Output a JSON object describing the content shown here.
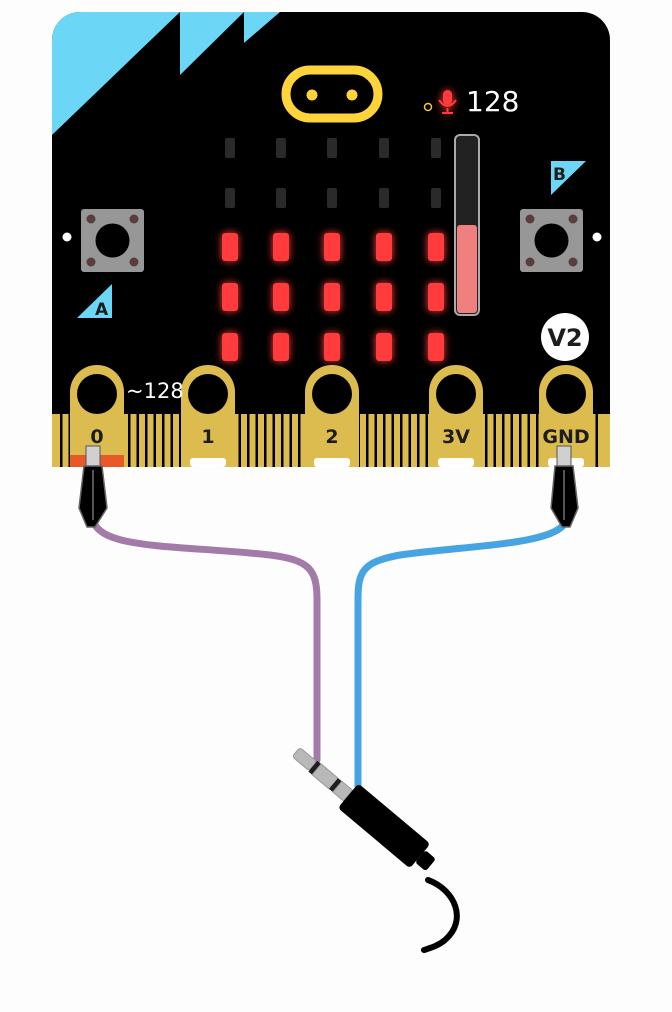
{
  "simulator": {
    "colors": {
      "board": "#000000",
      "accent": "#6bd6f5",
      "gold": "#dcbc4e",
      "gold_dark": "#a8892a",
      "led_on": "#ff3b3b",
      "led_off": "#2a2a2a",
      "wire_pin0": "#a27ba8",
      "wire_gnd": "#46a4e2",
      "sound_level": "#f08080",
      "logo": "#ffd43b"
    },
    "sound": {
      "level_value": "128",
      "level_fraction": 0.5,
      "mic_icon": "microphone-icon"
    },
    "pin0_value": "~128",
    "version_badge": "V2",
    "buttons": {
      "a_label": "A",
      "b_label": "B"
    },
    "pins": {
      "p0": "0",
      "p1": "1",
      "p2": "2",
      "p3v": "3V",
      "gnd": "GND"
    },
    "led_matrix": [
      [
        0,
        0,
        0,
        0,
        0
      ],
      [
        0,
        0,
        0,
        0,
        0
      ],
      [
        1,
        1,
        1,
        1,
        1
      ],
      [
        1,
        1,
        1,
        1,
        1
      ],
      [
        1,
        1,
        1,
        1,
        1
      ]
    ]
  }
}
